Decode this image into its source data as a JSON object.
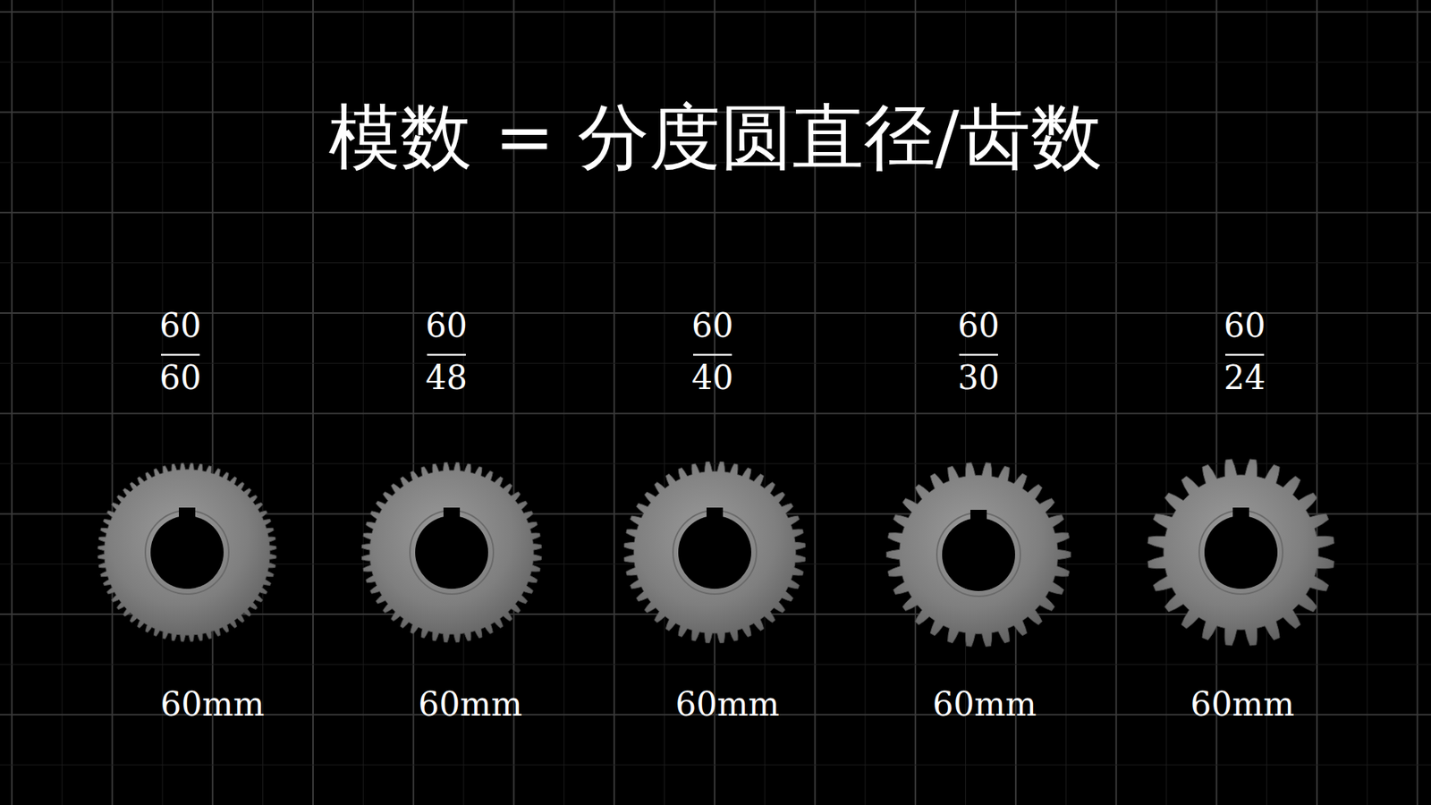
{
  "diagram": {
    "title": "模数 = 分度圆直径/齿数",
    "labels": [
      "60",
      "60",
      "60",
      "60",
      "60",
      "60",
      "48",
      "40",
      "30",
      "24",
      "60mm",
      "60mm",
      "60mm",
      "60mm",
      "60mm"
    ]
  }
}
